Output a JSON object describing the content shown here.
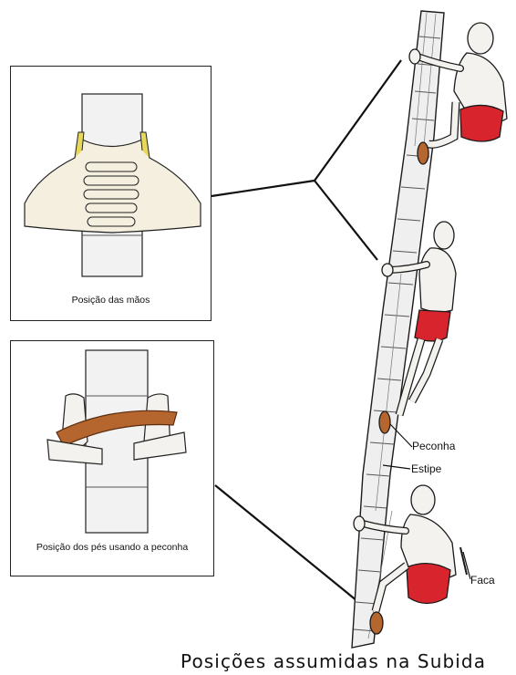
{
  "panels": {
    "hands": {
      "caption": "Posição das mãos"
    },
    "feet": {
      "caption": "Posição dos pés usando a peconha"
    }
  },
  "labels": {
    "peconha": "Peconha",
    "estipe": "Estipe",
    "faca": "Faca"
  },
  "footer": {
    "title": "Posições assumidas na Subida"
  },
  "colors": {
    "shorts": "#d8242c",
    "skin": "#f4f2ee",
    "outline": "#1a1a1a",
    "peconha": "#b5652e",
    "trunk": "#ededed"
  }
}
